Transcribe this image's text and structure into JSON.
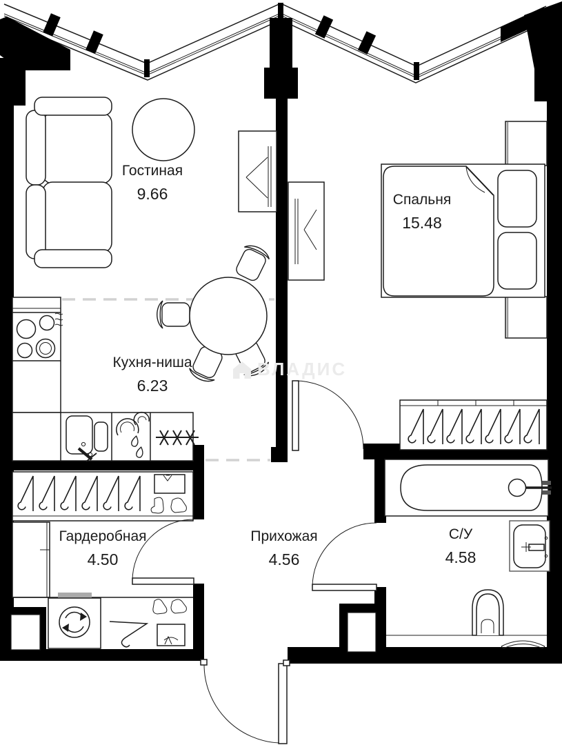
{
  "floorplan": {
    "rooms": [
      {
        "id": "living",
        "name": "Гостиная",
        "area": "9.66"
      },
      {
        "id": "bedroom",
        "name": "Спальня",
        "area": "15.48"
      },
      {
        "id": "kitchen",
        "name": "Кухня-ниша",
        "area": "6.23"
      },
      {
        "id": "wardrobe",
        "name": "Гардеробная",
        "area": "4.50"
      },
      {
        "id": "hallway",
        "name": "Прихожая",
        "area": "4.56"
      },
      {
        "id": "bathroom",
        "name": "С/У",
        "area": "4.58"
      }
    ],
    "watermark": {
      "text": "ВЛАДИС",
      "color": "#ebebeb"
    },
    "colors": {
      "wall": "#000000",
      "line": "#1c1c1c",
      "dashed": "#d2d2d2",
      "background": "#ffffff"
    },
    "icons": [
      "sofa",
      "coffee-table",
      "dining-table",
      "dining-chair",
      "tv",
      "kitchen-stove",
      "kitchen-sink",
      "dish-rack",
      "asterisk-unit",
      "clothes-hanger",
      "shirt-box",
      "boots",
      "cabinet",
      "washing-machine",
      "coat-stand",
      "clothes",
      "gift-box",
      "double-bed",
      "pillow",
      "nightstand",
      "bathtub",
      "washbasin",
      "toilet",
      "bath-mat",
      "entrance-door",
      "interior-door",
      "window-wall",
      "house-logo"
    ]
  }
}
